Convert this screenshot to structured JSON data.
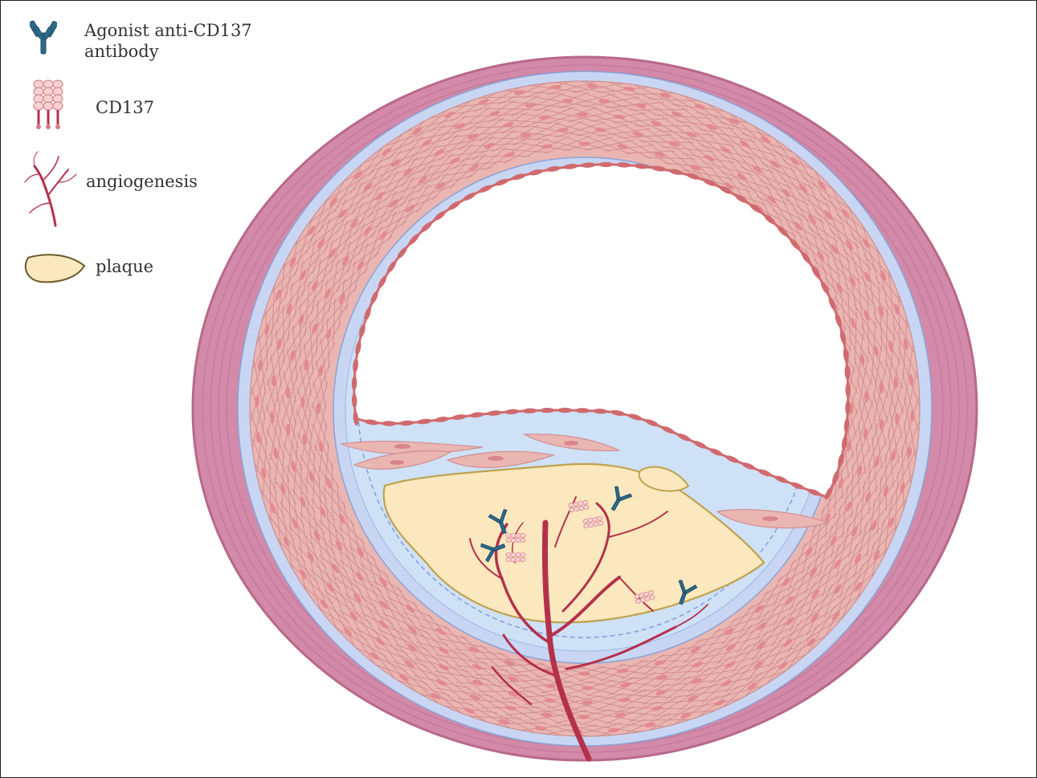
{
  "legend": {
    "antibody": {
      "line1": "Agonist anti-CD137",
      "line2": "antibody",
      "icon": "antibody-icon"
    },
    "cd137": {
      "label": "CD137",
      "icon": "cd137-receptor-icon"
    },
    "angiogenesis": {
      "label": "angiogenesis",
      "icon": "vessel-branch-icon"
    },
    "plaque": {
      "label": "plaque",
      "icon": "plaque-icon"
    }
  },
  "colors": {
    "adventitia": "#d28aa8",
    "adventitia_edge": "#b8688a",
    "elastic_lamina": "#c9d6f3",
    "media": "#eab6b2",
    "media_line": "#c77a7f",
    "intima": "#cfe1f7",
    "endothelium": "#d06a6e",
    "plaque": "#fbe8be",
    "plaque_edge": "#bfa24e",
    "vessel": "#b4314b",
    "antibody": "#2e6a8a",
    "receptor": "#e39aa0"
  }
}
